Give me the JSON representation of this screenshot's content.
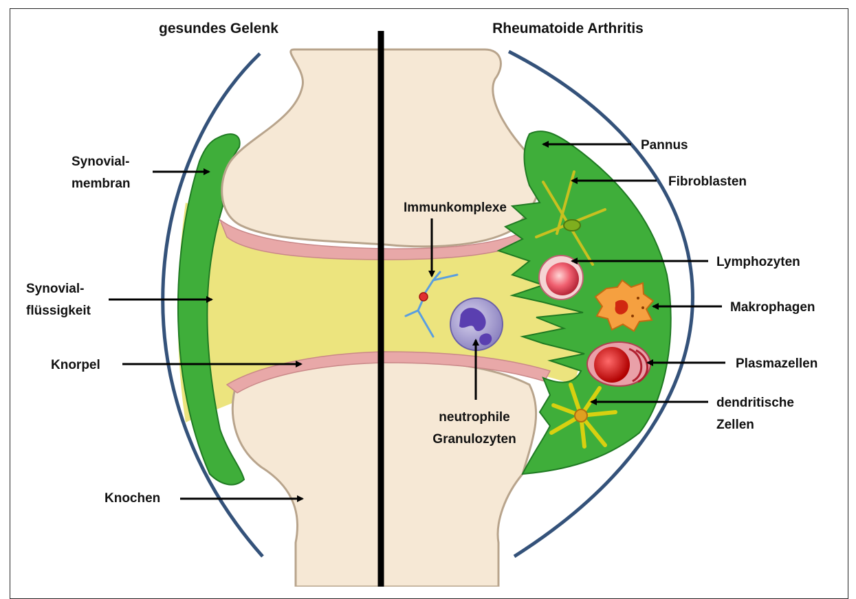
{
  "titles": {
    "left": "gesundes Gelenk",
    "right": "Rheumatoide Arthritis"
  },
  "labels": {
    "synovial_membrane": [
      "Synovial-",
      "membran"
    ],
    "synovial_fluid": [
      "Synovial-",
      "flüssigkeit"
    ],
    "cartilage": "Knorpel",
    "bone": "Knochen",
    "immune_complexes": "Immunkomplexe",
    "neutrophils": [
      "neutrophile",
      "Granulozyten"
    ],
    "pannus": "Pannus",
    "fibroblasts": "Fibroblasten",
    "lymphocytes": "Lymphozyten",
    "macrophages": "Makrophagen",
    "plasma_cells": "Plasmazellen",
    "dendritic_cells": [
      "dendritische",
      "Zellen"
    ]
  },
  "colors": {
    "bone": "#f6e8d5",
    "bone_edge": "#b8a48c",
    "cartilage": "#e8a8a8",
    "fluid": "#ece47e",
    "synovium": "#3fae3a",
    "synovium_dark": "#1f7a22",
    "capsule": "#34527a",
    "divider": "#000000",
    "arrow": "#000000"
  }
}
